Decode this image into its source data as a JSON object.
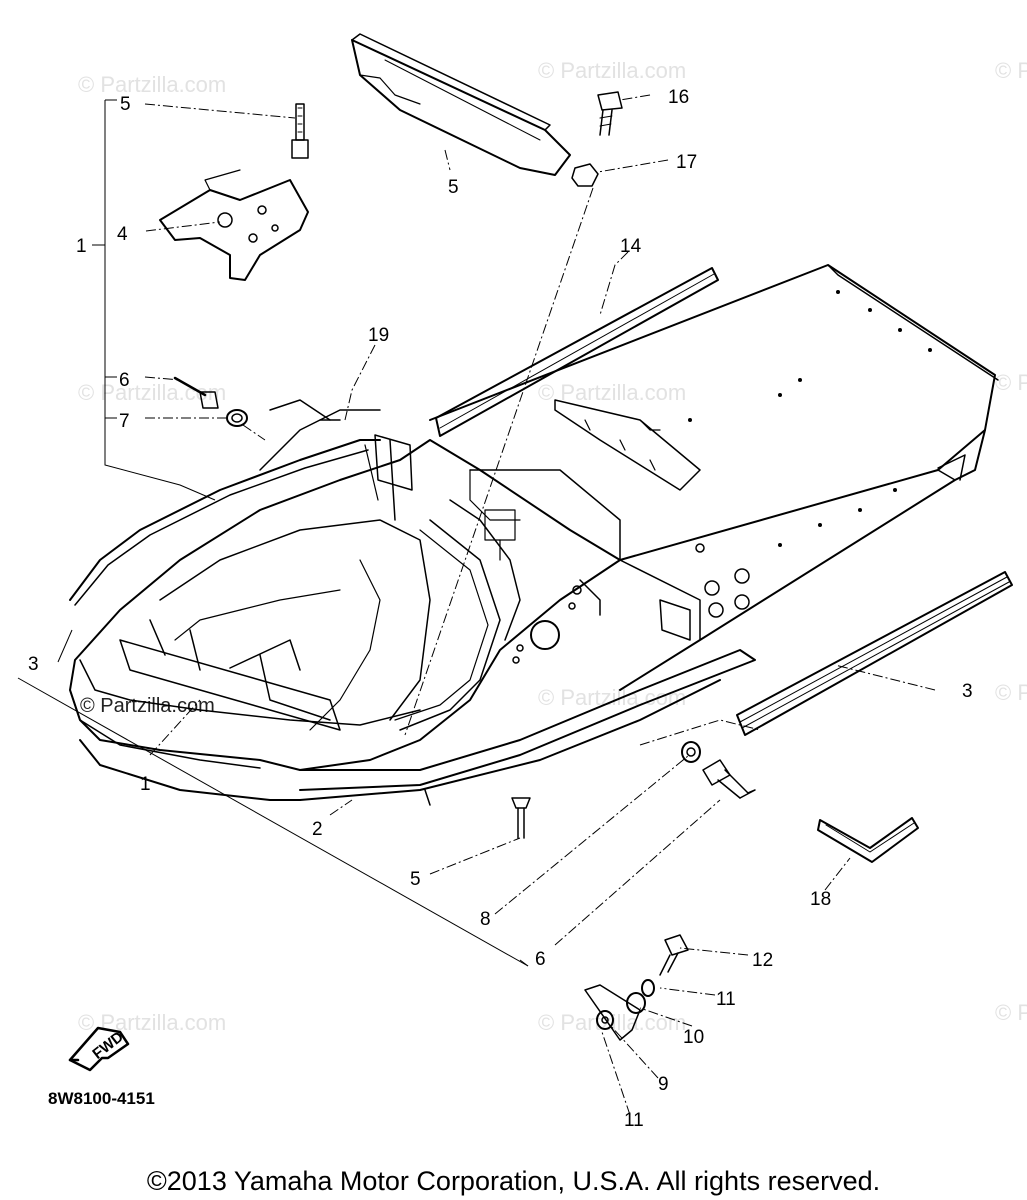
{
  "watermark": "© Partzilla.com",
  "diagram_code": "8W8100-4151",
  "fwd_label": "FWD",
  "copyright": "©2013  Yamaha Motor Corporation, U.S.A. All rights reserved.",
  "callouts": {
    "c1_bracket": "1",
    "c1_bottom": "1",
    "c2": "2",
    "c3_left": "3",
    "c3_right": "3",
    "c4": "4",
    "c5_top": "5",
    "c5_seat": "5",
    "c5_bottom": "5",
    "c6_top": "6",
    "c6_bottom": "6",
    "c7": "7",
    "c8": "8",
    "c9": "9",
    "c10": "10",
    "c11_a": "11",
    "c11_b": "11",
    "c12": "12",
    "c14": "14",
    "c16": "16",
    "c17": "17",
    "c18": "18",
    "c19": "19"
  }
}
